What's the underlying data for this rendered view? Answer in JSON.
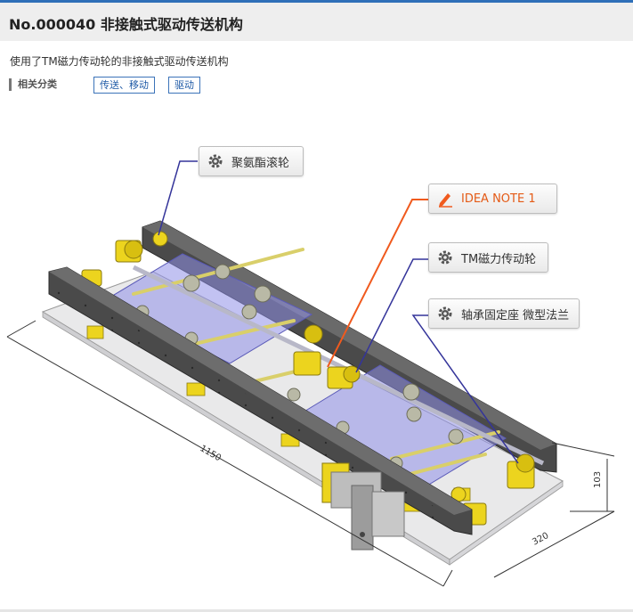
{
  "header": {
    "title": "No.000040 非接触式驱动传送机构"
  },
  "description": "使用了TM磁力传动轮的非接触式驱动传送机构",
  "categories": {
    "label": "相关分类",
    "tags": [
      "传送、移动",
      "驱动"
    ]
  },
  "callouts": [
    {
      "label": "聚氨酯滚轮",
      "icon": "gear-icon",
      "color": "#34349a"
    },
    {
      "label": "IDEA NOTE 1",
      "icon": "pencil-icon",
      "color": "#f05a1e"
    },
    {
      "label": "TM磁力传动轮",
      "icon": "gear-icon",
      "color": "#34349a"
    },
    {
      "label": "轴承固定座 微型法兰",
      "icon": "gear-icon",
      "color": "#34349a"
    }
  ],
  "dimensions": {
    "length": "1150",
    "width": "320",
    "height": "103"
  },
  "colors": {
    "accent": "#2f6fb8",
    "frame": "#4a4a4a",
    "part_yellow": "#ecd41e",
    "plate_purple": "#8f8fe8",
    "leader_blue": "#34349a",
    "leader_orange": "#f05a1e"
  }
}
